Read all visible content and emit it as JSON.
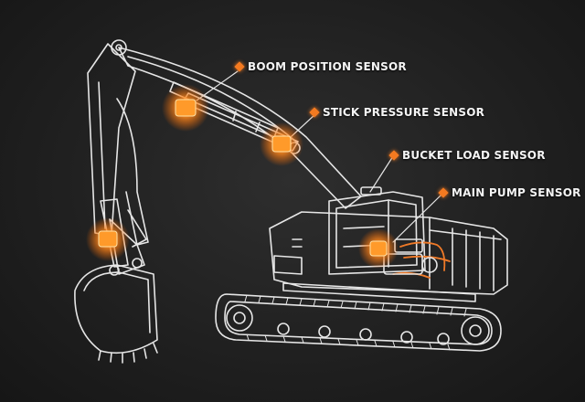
{
  "labels": [
    {
      "id": "boom",
      "text": "BOOM POSITION SENSOR"
    },
    {
      "id": "stick",
      "text": "STICK PRESSURE SENSOR"
    },
    {
      "id": "bucket",
      "text": "BUCKET LOAD SENSOR"
    },
    {
      "id": "pump",
      "text": "MAIN PUMP SENSOR"
    }
  ],
  "colors": {
    "background": "#1f1f1f",
    "line_art": "#e8e8e8",
    "accent": "#f47a20",
    "sensor_glow": "#ff8a1e"
  }
}
